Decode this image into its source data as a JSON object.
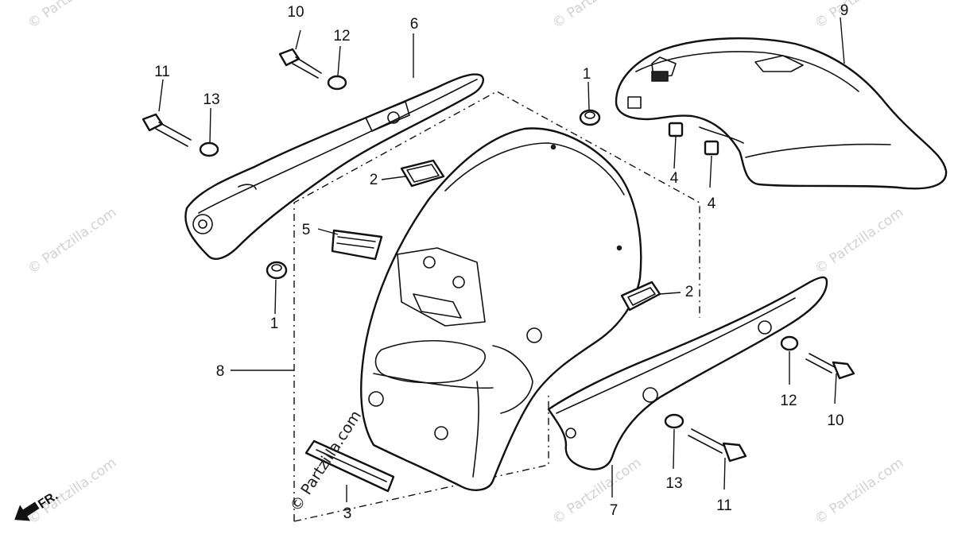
{
  "diagram": {
    "callouts": {
      "c1a": "1",
      "c1b": "1",
      "c2a": "2",
      "c2b": "2",
      "c3": "3",
      "c4a": "4",
      "c4b": "4",
      "c5": "5",
      "c6": "6",
      "c7": "7",
      "c8": "8",
      "c9": "9",
      "c10a": "10",
      "c10b": "10",
      "c11a": "11",
      "c11b": "11",
      "c12a": "12",
      "c12b": "12",
      "c13a": "13",
      "c13b": "13"
    },
    "direction_label": "FR.",
    "watermark": "© Partzilla.com",
    "center_watermark": "© Partzilla.com"
  }
}
